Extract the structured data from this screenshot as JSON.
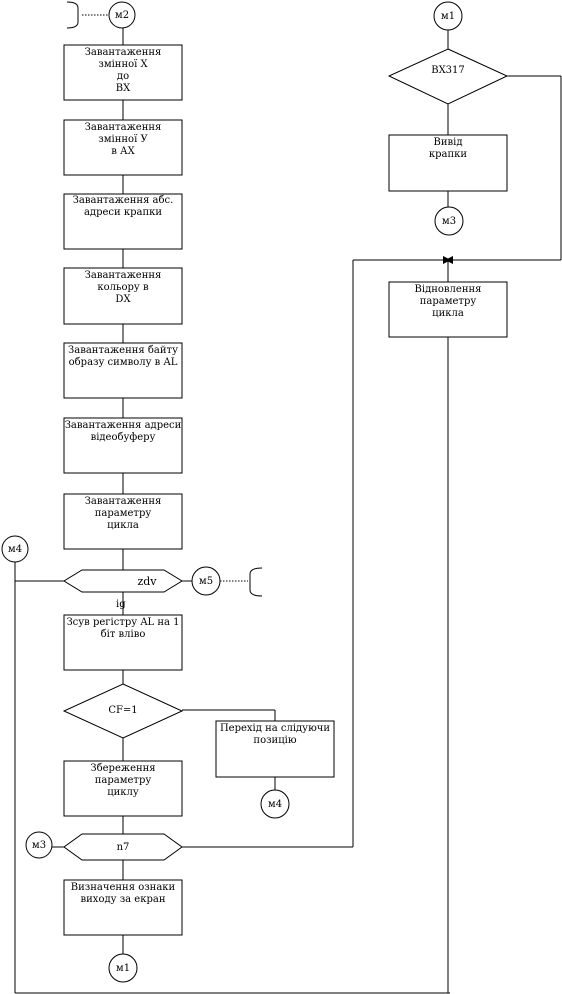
{
  "colors": {
    "stroke": "#000000",
    "fill": "#ffffff",
    "text": "#000000"
  },
  "left_column": {
    "start_connector": "м2",
    "steps": [
      "Завантаження змінної X\nдо\nBX",
      "Завантаження змінної У\nв АХ",
      "Завантаження абс.\nадреси крапки",
      "Завантаження кольору в\nDX",
      "Завантаження байту\nобразу символу в AL",
      "Завантаження адреси\nвідеобуферу",
      "Завантаження параметру\nцикла"
    ],
    "loop_hex": "zdv",
    "loop_connector_in": "м4",
    "loop_connector_out": "м5",
    "loop_exit_label": "ig",
    "shift_step": "Зсув регістру AL на 1\nбіт вліво",
    "decision": "CF=1",
    "decision_branch": "Перехід на слідуючи\nпозицію",
    "decision_branch_connector": "м4",
    "save_step": "Збереження параметру\nциклу",
    "counter_hex": "n7",
    "counter_connector_in": "м3",
    "final_step": "Визначення ознаки\nвиходу за екран",
    "end_connector": "м1"
  },
  "right_column": {
    "start_connector": "м1",
    "decision": "BX317",
    "output_step": "Вивід\nкрапки",
    "output_connector": "м3",
    "restore_step": "Відновлення параметру\nцикла"
  }
}
